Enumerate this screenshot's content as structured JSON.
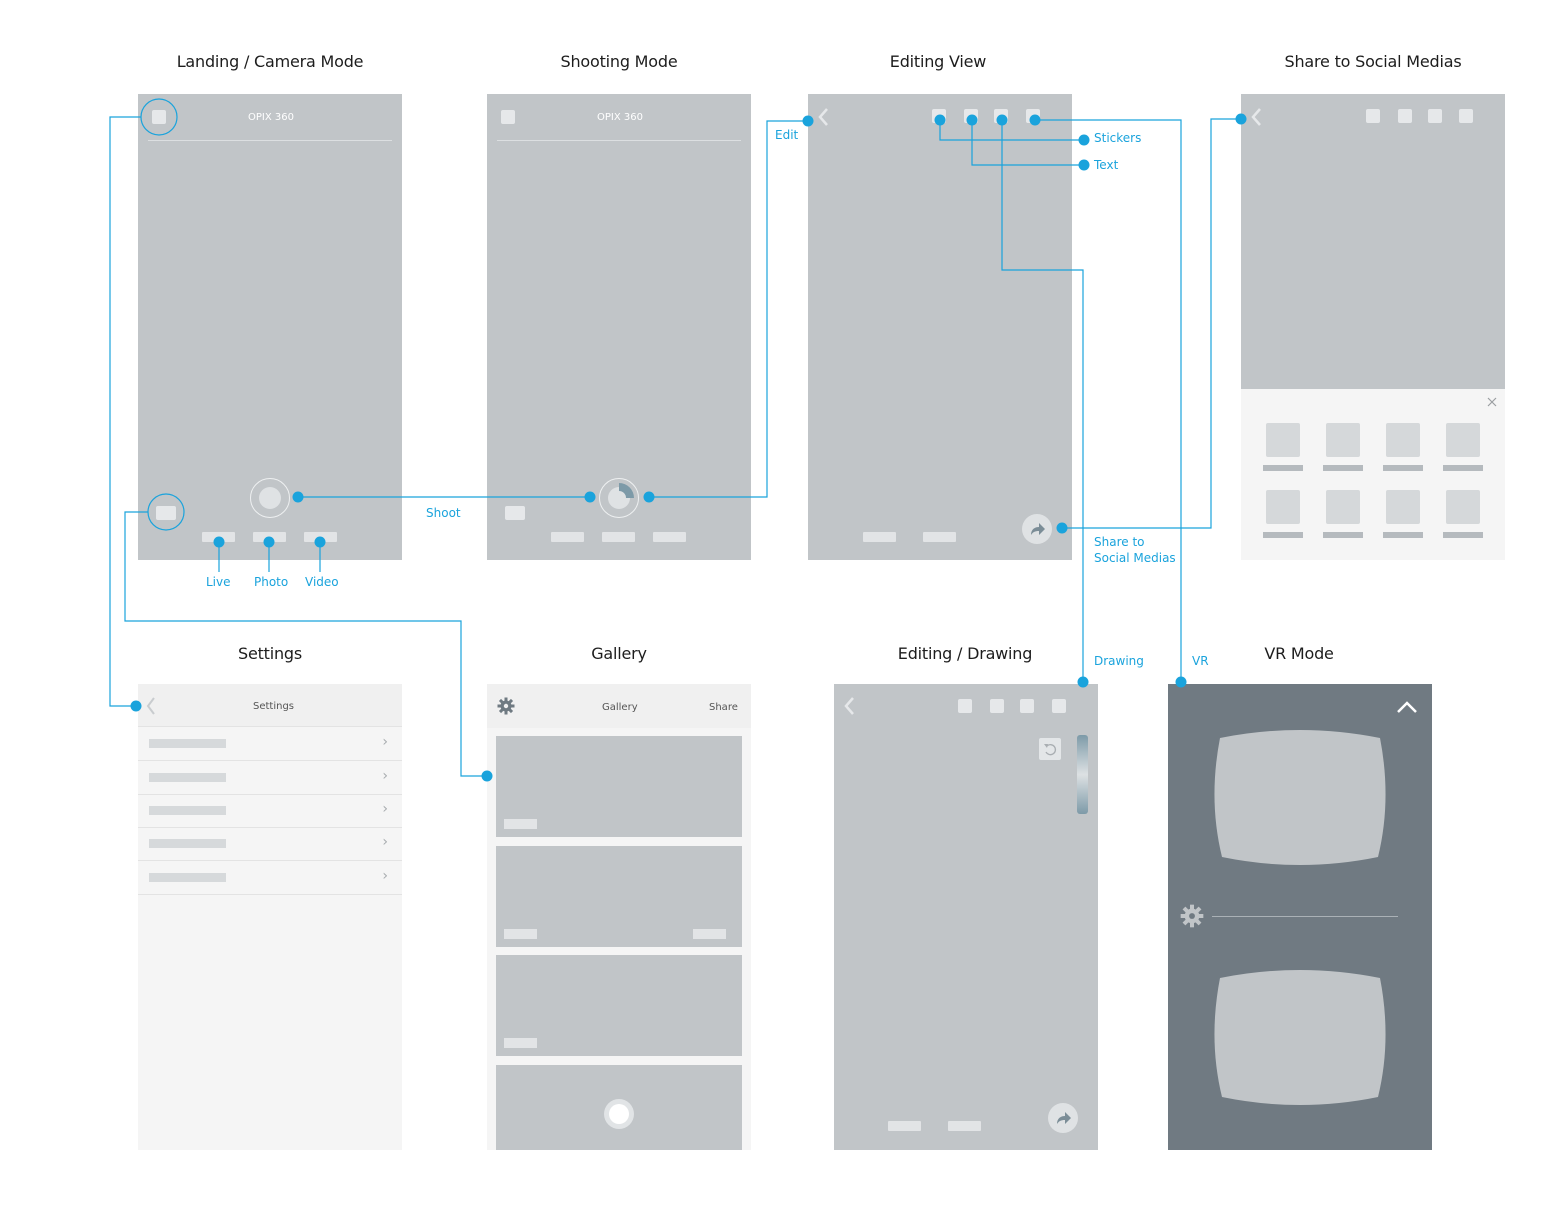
{
  "titles": {
    "landing": "Landing / Camera Mode",
    "shooting": "Shooting Mode",
    "editing": "Editing View",
    "share": "Share to Social Medias",
    "settings": "Settings",
    "gallery": "Gallery",
    "drawing": "Editing / Drawing",
    "vr": "VR Mode"
  },
  "app_name": "OPIX 360",
  "settings_header": "Settings",
  "gallery_header": {
    "title": "Gallery",
    "share": "Share"
  },
  "annotations": {
    "live": "Live",
    "photo": "Photo",
    "video": "Video",
    "shoot": "Shoot",
    "edit": "Edit",
    "stickers": "Stickers",
    "text": "Text",
    "share_line1": "Share to",
    "share_line2": "Social Medias",
    "drawing": "Drawing",
    "vr": "VR"
  },
  "colors": {
    "accent": "#1aa3dc",
    "screen": "#c1c5c8",
    "vr_background": "#707a82"
  }
}
